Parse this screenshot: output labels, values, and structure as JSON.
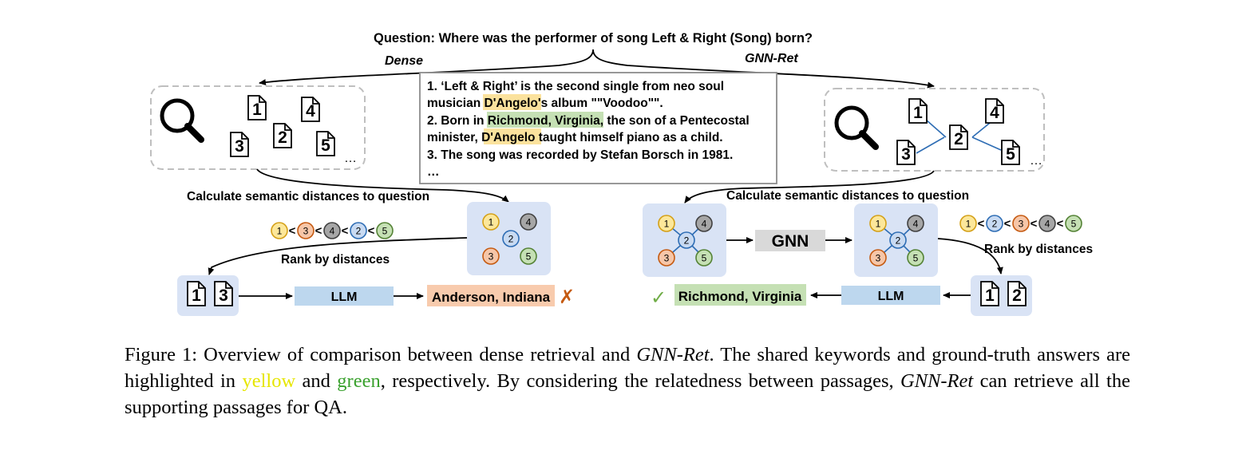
{
  "question": "Question: Where was the performer of song Left & Right (Song) born?",
  "branch_left": "Dense",
  "branch_right": "GNN-Ret",
  "passages": {
    "p1_a": "1. ‘Left & Right’ is the second single from neo soul",
    "p1_b_pre": "musician ",
    "p1_b_hl": "D'Angelo",
    "p1_b_post": "'s album \"\"Voodoo\"\".",
    "p2_a_pre": "2. Born in ",
    "p2_a_hl": "Richmond, Virginia",
    "p2_a_post": ", the son of a Pentecostal",
    "p2_b_pre": "minister, ",
    "p2_b_hl": "D'Angelo",
    "p2_b_post": " taught himself piano as a child.",
    "p3": "3. The song was recorded by Stefan Borsch in 1981.",
    "ellipsis": "…"
  },
  "ellipsis": "…",
  "calc_label": "Calculate semantic distances to question",
  "rank_label": "Rank by distances",
  "node_labels": {
    "n1": "1",
    "n2": "2",
    "n3": "3",
    "n4": "4",
    "n5": "5"
  },
  "lt": "<",
  "gnn_label": "GNN",
  "llm_label": "LLM",
  "dense_answer": "Anderson, Indiana",
  "dense_mark": "✗",
  "gnn_answer": "Richmond, Virginia",
  "gnn_mark": "✓",
  "caption": {
    "fig_label": "Figure 1: Overview of comparison between dense retrieval and ",
    "gnnret1": "GNN-Ret",
    "part2": ". The shared keywords and ground-truth answers are highlighted in ",
    "yellow": "yellow",
    "and": " and ",
    "green": "green",
    "part3": ", respectively.  By considering the relatedness between passages, ",
    "gnnret2": "GNN-Ret",
    "part4": " can retrieve all the supporting passages for QA."
  },
  "colors": {
    "node1": "#fce79a",
    "node1_stroke": "#d4a017",
    "node2": "#c8daf2",
    "node2_stroke": "#2e6db4",
    "node3": "#f6c6a8",
    "node3_stroke": "#c55a11",
    "node4": "#a6a6a6",
    "node4_stroke": "#404040",
    "node5": "#c5e0b4",
    "node5_stroke": "#548235",
    "panel": "#d9e3f5",
    "llm_box": "#bdd7ee",
    "gnn_box": "#d9d9d9",
    "dense_answer_bg": "#f8cbad",
    "gnn_answer_bg": "#c5e0b4",
    "cross": "#c55a11",
    "check": "#70ad47"
  }
}
